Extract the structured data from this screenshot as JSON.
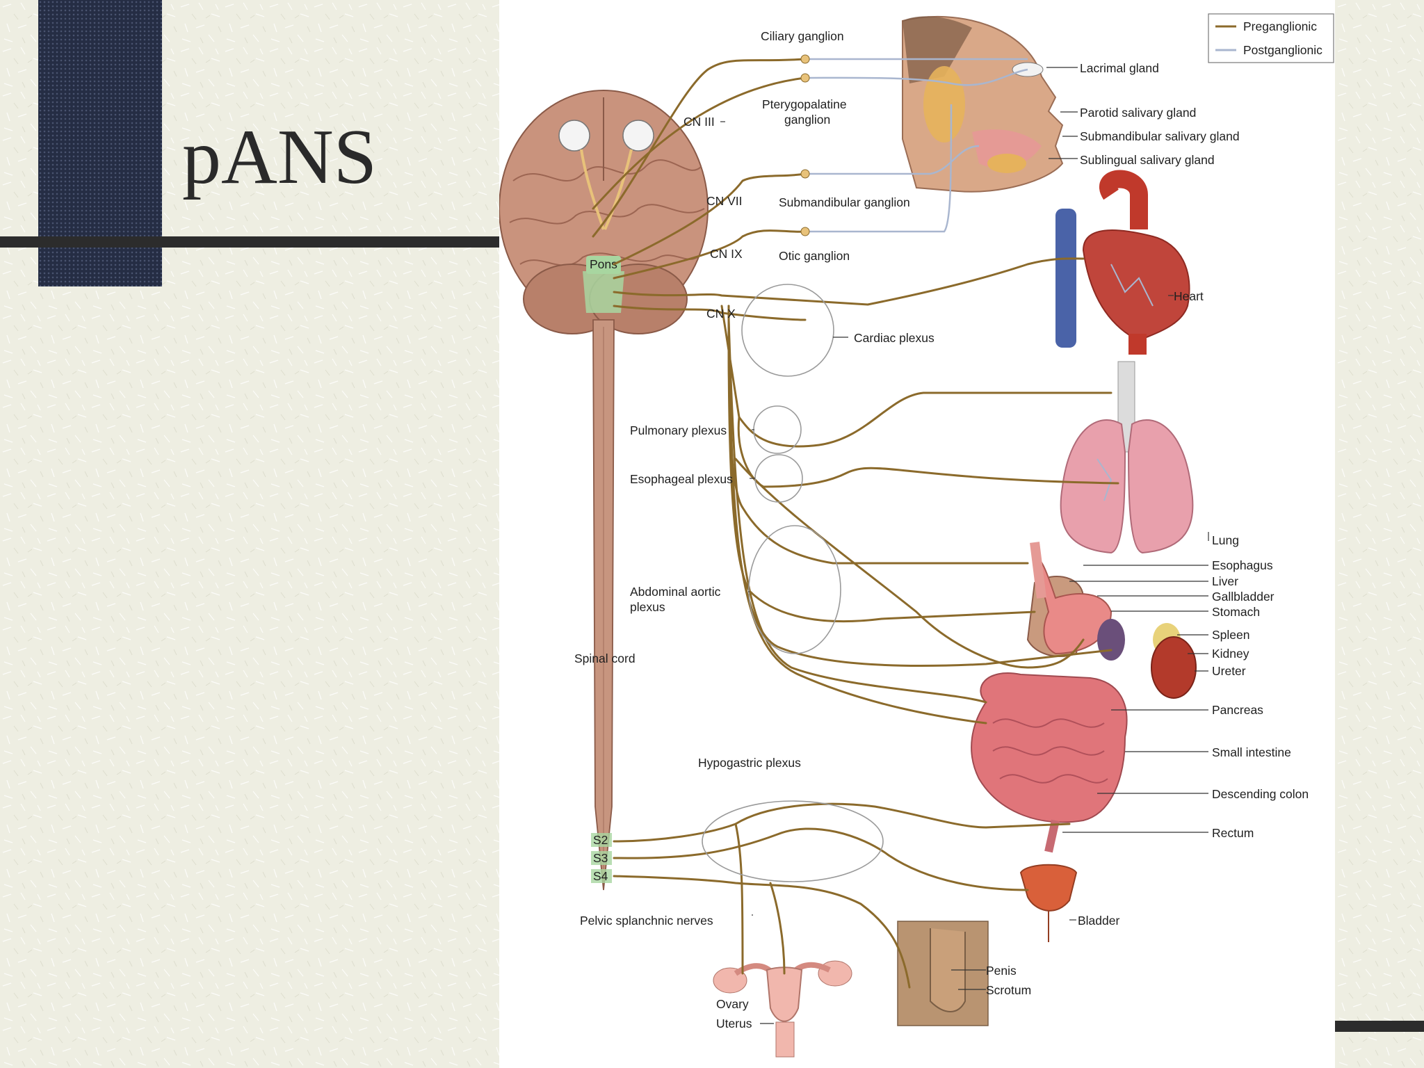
{
  "slide": {
    "title": "pANS"
  },
  "legend": {
    "preganglionic": "Preganglionic",
    "postganglionic": "Postganglionic"
  },
  "labels": {
    "ciliary_ganglion": "Ciliary ganglion",
    "pterygopalatine_1": "Pterygopalatine",
    "pterygopalatine_2": "ganglion",
    "cn3": "CN III",
    "cn7": "CN VII",
    "cn9": "CN IX",
    "cn10": "CN X",
    "pons": "Pons",
    "submandibular_ganglion": "Submandibular ganglion",
    "otic_ganglion": "Otic ganglion",
    "lacrimal_gland": "Lacrimal gland",
    "parotid_gland": "Parotid salivary gland",
    "submandibular_gland": "Submandibular salivary gland",
    "sublingual_gland": "Sublingual salivary gland",
    "heart": "Heart",
    "cardiac_plexus": "Cardiac plexus",
    "pulmonary_plexus": "Pulmonary plexus",
    "esophageal_plexus": "Esophageal plexus",
    "abdominal_aortic_1": "Abdominal aortic",
    "abdominal_aortic_2": "plexus",
    "spinal_cord": "Spinal cord",
    "lung": "Lung",
    "esophagus": "Esophagus",
    "liver": "Liver",
    "gallbladder": "Gallbladder",
    "stomach": "Stomach",
    "spleen": "Spleen",
    "kidney": "Kidney",
    "ureter": "Ureter",
    "pancreas": "Pancreas",
    "small_intestine": "Small intestine",
    "descending_colon": "Descending colon",
    "rectum": "Rectum",
    "hypogastric_plexus": "Hypogastric plexus",
    "s2": "S2",
    "s3": "S3",
    "s4": "S4",
    "pelvic_splanchnic": "Pelvic splanchnic nerves",
    "bladder": "Bladder",
    "penis": "Penis",
    "scrotum": "Scrotum",
    "ovary": "Ovary",
    "uterus": "Uterus"
  },
  "colors": {
    "preganglionic": "#8b6a2b",
    "postganglionic": "#a9b6cf",
    "navy_block": "#252d44",
    "background": "#eeeee2"
  }
}
